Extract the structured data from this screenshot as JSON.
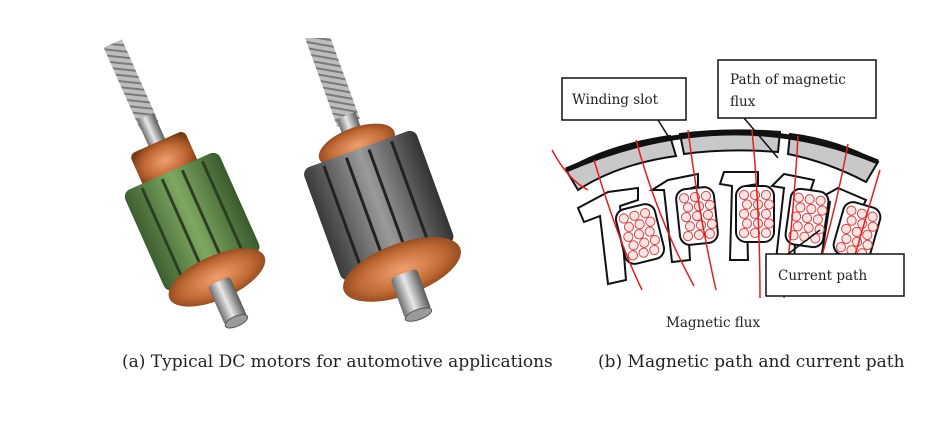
{
  "captions": {
    "left": "(a) Typical DC motors for automotive applications",
    "right": "(b) Magnetic path and current  path"
  },
  "diagram_labels": {
    "winding_slot": "Winding slot",
    "flux_path_line1": "Path of magnetic",
    "flux_path_line2": "flux",
    "current_path": "Current path",
    "magnetic_flux": "Magnetic flux"
  },
  "colors": {
    "copper": "#c06a35",
    "stack_green": "#5e8a4a",
    "flux_line": "#e02020",
    "stator_band": "#c8c8c8"
  }
}
